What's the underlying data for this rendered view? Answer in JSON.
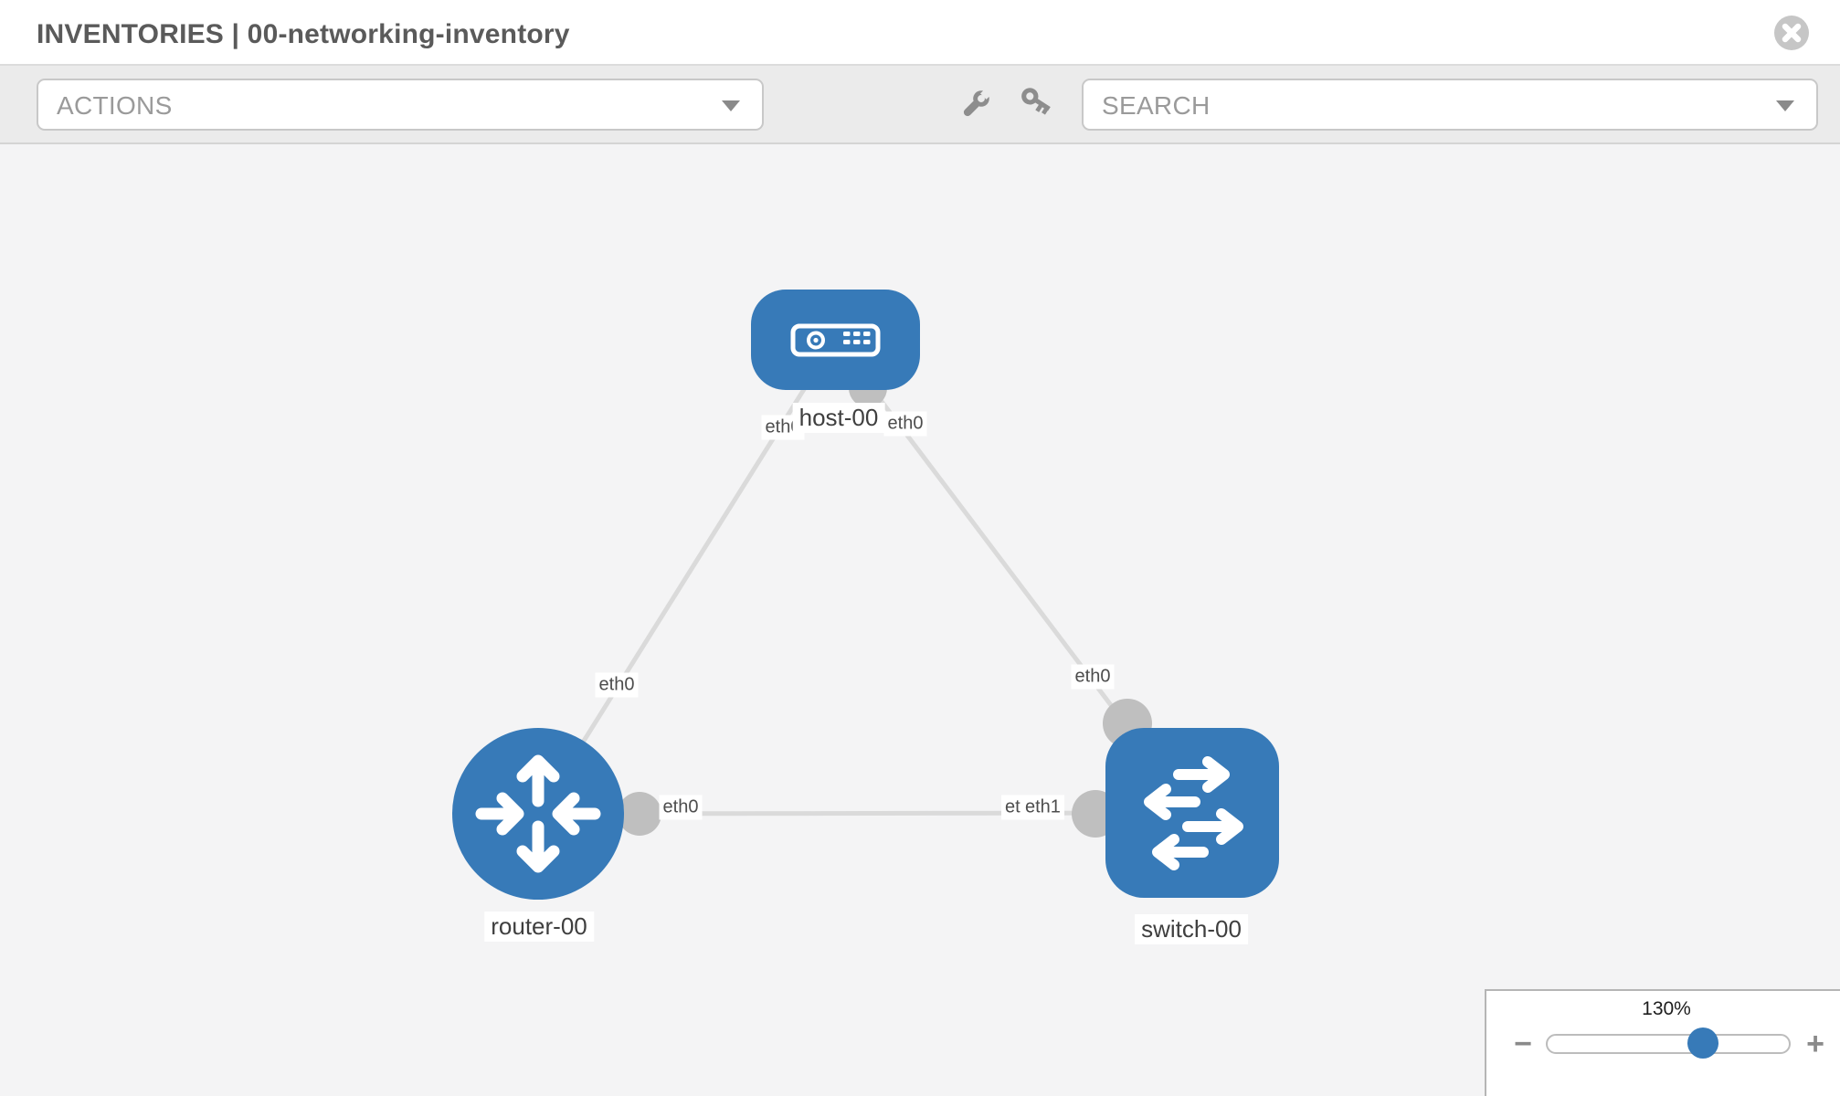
{
  "header": {
    "title": "INVENTORIES | 00-networking-inventory"
  },
  "toolbar": {
    "actions": {
      "label": "ACTIONS"
    },
    "search": {
      "label": "SEARCH"
    },
    "tools": [
      {
        "icon": "wrench-icon"
      },
      {
        "icon": "key-icon"
      }
    ]
  },
  "topology": {
    "nodes": [
      {
        "label": "host-00",
        "type": "host",
        "shape": "rounded-rectangle",
        "color": "#377ab8"
      },
      {
        "label": "router-00",
        "type": "router",
        "shape": "circle",
        "color": "#377ab8"
      },
      {
        "label": "switch-00",
        "type": "switch",
        "shape": "rounded-square",
        "color": "#377ab8"
      }
    ],
    "links": [
      {
        "from": "host-00",
        "to": "router-00",
        "from_interface": "eth0",
        "to_interface": "eth0"
      },
      {
        "from": "host-00",
        "to": "switch-00",
        "from_interface": "eth0",
        "to_interface": "eth0"
      },
      {
        "from": "router-00",
        "to": "switch-00",
        "from_interface": "eth0",
        "to_interface": "eth1"
      }
    ],
    "interface_labels": {
      "host_left": "eth0",
      "host_right": "eth0",
      "router_top": "eth0",
      "router_right": "eth0",
      "switch_top": "eth0",
      "switch_left_back": "eth0",
      "switch_left_front": "eth1"
    }
  },
  "zoom_control": {
    "value": "130%",
    "minus_label": "−",
    "plus_label": "+"
  },
  "colors": {
    "node_blue": "#377ab8",
    "link_gray": "#dadada",
    "interface_gray": "#bfbfbf",
    "canvas_bg": "#f4f4f5",
    "toolbar_bg": "#ebebeb"
  }
}
